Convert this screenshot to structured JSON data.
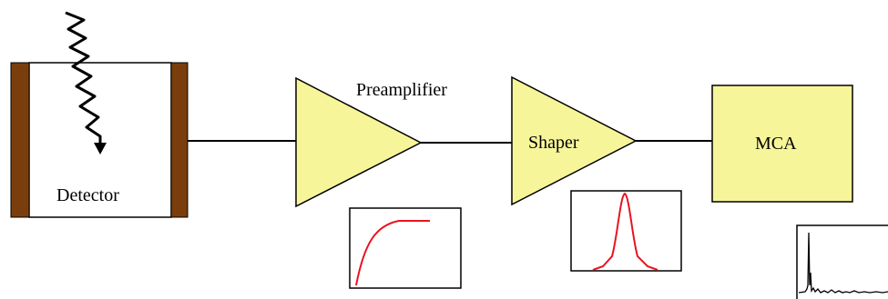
{
  "labels": {
    "detector": "Detector",
    "preamplifier": "Preamplifier",
    "shaper": "Shaper",
    "mca": "MCA"
  },
  "colors": {
    "electrode": "#7a3e0c",
    "amplifier_fill": "#f7f59a",
    "mca_fill": "#f7f59a",
    "signal_curve": "#e8141e",
    "line": "#000000",
    "spectrum": "#000000"
  }
}
